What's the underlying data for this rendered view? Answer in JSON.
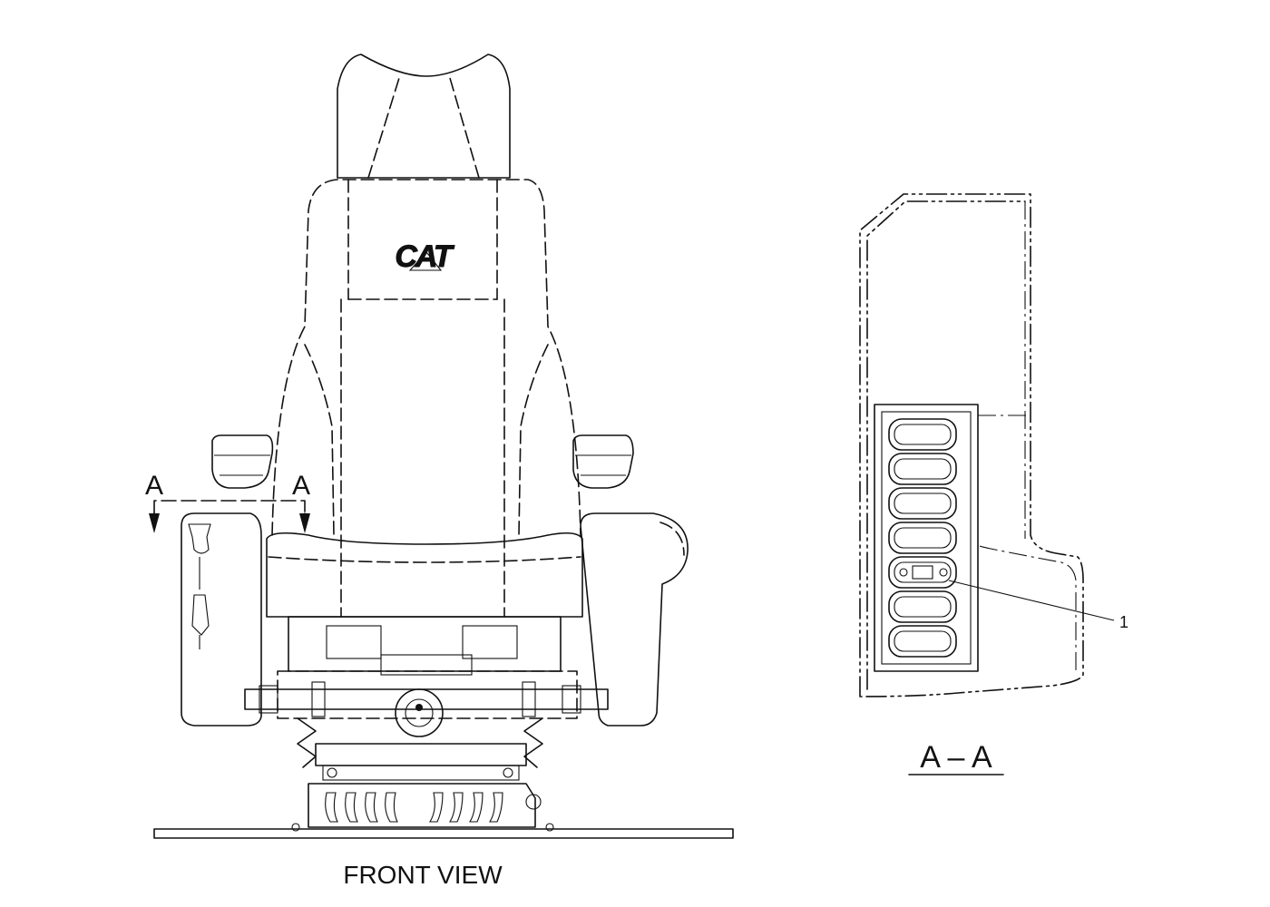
{
  "logo": {
    "text": "CAT"
  },
  "section_marks": {
    "left_letter": "A",
    "right_letter": "A"
  },
  "callouts": [
    {
      "number": "1"
    }
  ],
  "captions": {
    "front_view": "FRONT  VIEW",
    "section_view": "A – A"
  }
}
